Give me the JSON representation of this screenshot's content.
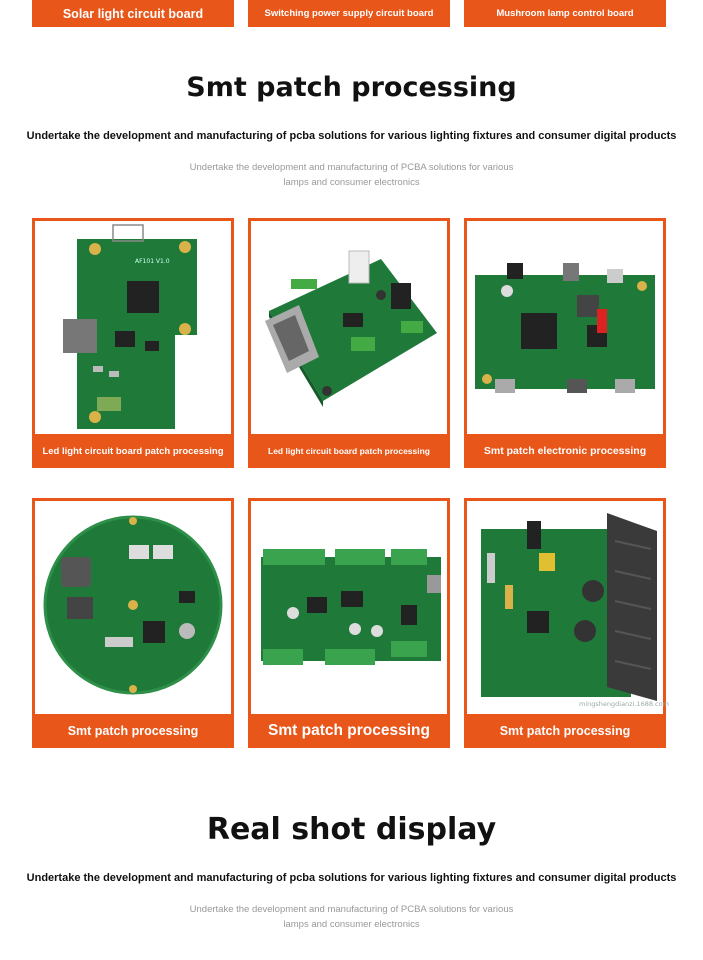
{
  "top_categories": [
    "Solar light circuit board",
    "Switching power supply circuit board",
    "Mushroom lamp control board"
  ],
  "section_smt": {
    "title": "Smt patch processing",
    "subtitle": "Undertake the development and manufacturing of pcba solutions for various lighting fixtures and consumer digital products",
    "desc_line1": "Undertake the development and manufacturing of PCBA solutions for various",
    "desc_line2": "lamps and consumer electronics"
  },
  "products": [
    {
      "caption": "Led light circuit board patch processing",
      "silk": "AF101 V1.0"
    },
    {
      "caption": "Led light circuit board patch processing",
      "silk": ""
    },
    {
      "caption": "Smt patch electronic processing",
      "silk": ""
    },
    {
      "caption": "Smt patch processing",
      "silk": ""
    },
    {
      "caption": "Smt patch processing",
      "silk": ""
    },
    {
      "caption": "Smt patch processing",
      "silk": "",
      "watermark": "mingshengdianzi.1688.com"
    }
  ],
  "section_real": {
    "title": "Real shot display",
    "subtitle": "Undertake the development and manufacturing of pcba solutions for various lighting fixtures and consumer digital products",
    "desc_line1": "Undertake the development and manufacturing of PCBA solutions for various",
    "desc_line2": "lamps and consumer electronics"
  },
  "colors": {
    "accent": "#e8561a",
    "pcb": "#1f7a3a",
    "text": "#111111",
    "muted": "#999999"
  }
}
